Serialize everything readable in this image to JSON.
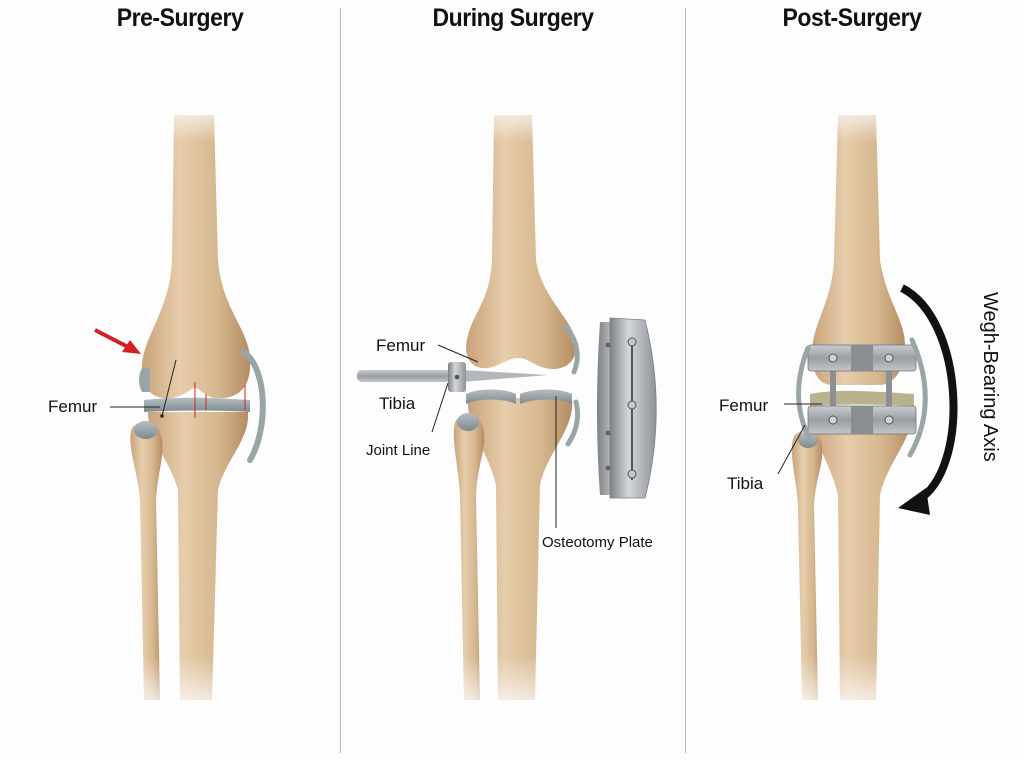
{
  "figure": {
    "panels": [
      {
        "title": "Pre-Surgery",
        "labels": [
          "Femur"
        ],
        "annotations": [
          "red-arrow pointing to medial femoral condyle",
          "red fracture/stress lines at joint"
        ]
      },
      {
        "title": "During Surgery",
        "labels": [
          "Femur",
          "Tibia",
          "Joint Line",
          "Osteotomy Plate"
        ]
      },
      {
        "title": "Post-Surgery",
        "labels": [
          "Femur",
          "Tibia",
          "Wegh-Bearing Axis"
        ]
      }
    ],
    "colors": {
      "background": "#fdfdfd",
      "bone": "#d9bd98",
      "bone_shadow": "#b8946a",
      "cartilage": "#9aa5a8",
      "metal": "#a8acb0",
      "arrow_red": "#d42020",
      "divider": "#b9b9b9",
      "text": "#111111"
    }
  }
}
